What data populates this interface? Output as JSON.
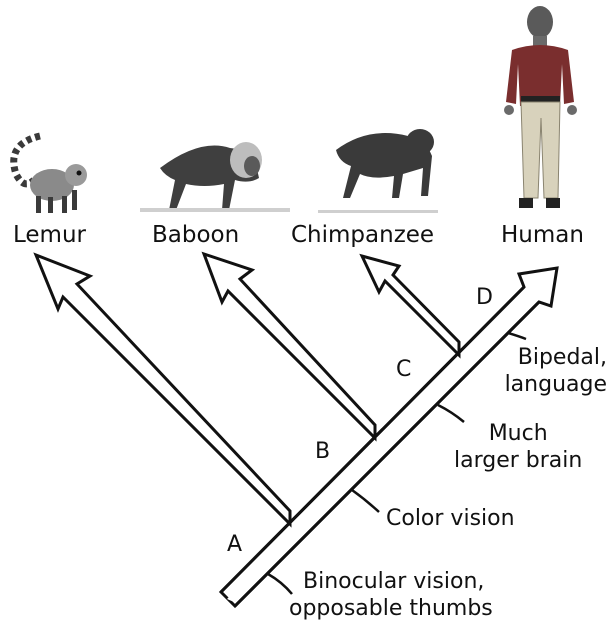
{
  "taxa": [
    {
      "id": "lemur",
      "label": "Lemur",
      "icon": "lemur-icon"
    },
    {
      "id": "baboon",
      "label": "Baboon",
      "icon": "baboon-icon"
    },
    {
      "id": "chimpanzee",
      "label": "Chimpanzee",
      "icon": "chimpanzee-icon"
    },
    {
      "id": "human",
      "label": "Human",
      "icon": "human-icon"
    }
  ],
  "nodes": [
    "A",
    "B",
    "C",
    "D"
  ],
  "traits": {
    "binocular": [
      "Binocular vision,",
      "opposable thumbs"
    ],
    "color": "Color vision",
    "brain": [
      "Much",
      "larger brain"
    ],
    "bipedal": [
      "Bipedal,",
      "language"
    ]
  },
  "colors": {
    "line": "#111111",
    "animal": "#3a3a3a",
    "shirt": "#7a2e2e",
    "trousers": "#d8d2bc"
  }
}
